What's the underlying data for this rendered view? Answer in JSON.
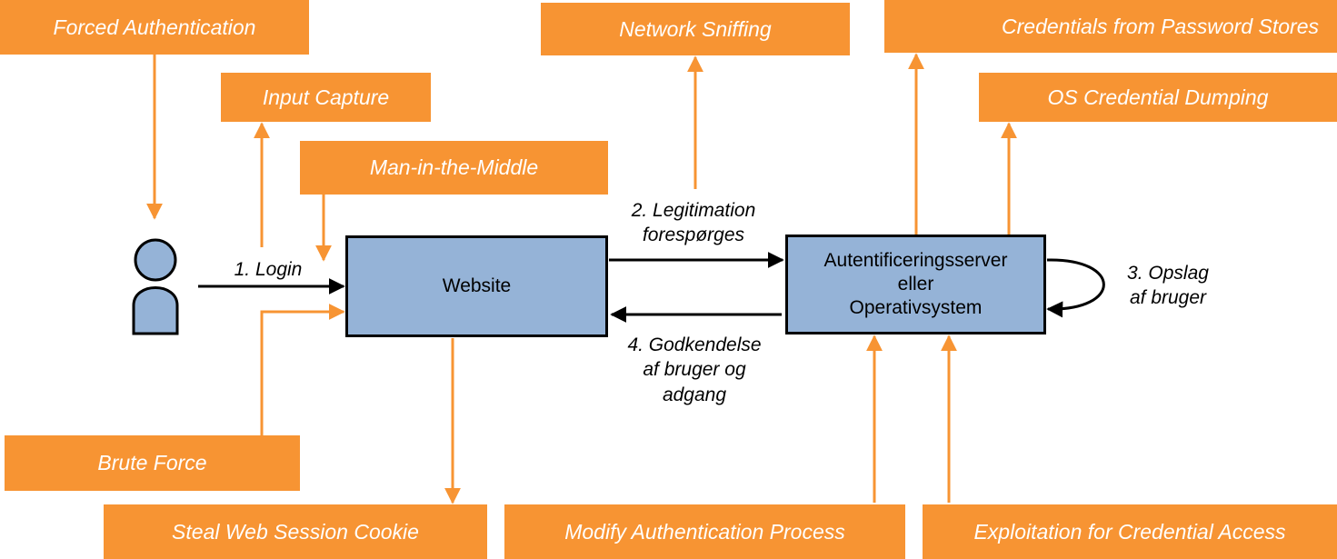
{
  "colors": {
    "attack": "#F79433",
    "box_fill": "#95B3D7",
    "line": "#000000",
    "attack_text": "#FFFFFF"
  },
  "attacks": {
    "forced_auth": "Forced Authentication",
    "input_capture": "Input Capture",
    "mitm": "Man-in-the-Middle",
    "brute_force": "Brute Force",
    "steal_cookie": "Steal Web Session Cookie",
    "network_sniffing": "Network Sniffing",
    "cred_stores": "Credentials from Password Stores",
    "os_dumping": "OS Credential Dumping",
    "modify_auth": "Modify Authentication Process",
    "exploitation": "Exploitation for Credential Access"
  },
  "nodes": {
    "user_icon": "user-icon",
    "website": "Website",
    "auth_server_l1": "Autentificeringsserver",
    "auth_server_l2": "eller",
    "auth_server_l3": "Operativsystem"
  },
  "steps": {
    "login": "1. Login",
    "legit_l1": "2. Legitimation",
    "legit_l2": "forespørges",
    "lookup_l1": "3. Opslag",
    "lookup_l2": "af bruger",
    "approve_l1": "4. Godkendelse",
    "approve_l2": "af bruger og",
    "approve_l3": "adgang"
  }
}
